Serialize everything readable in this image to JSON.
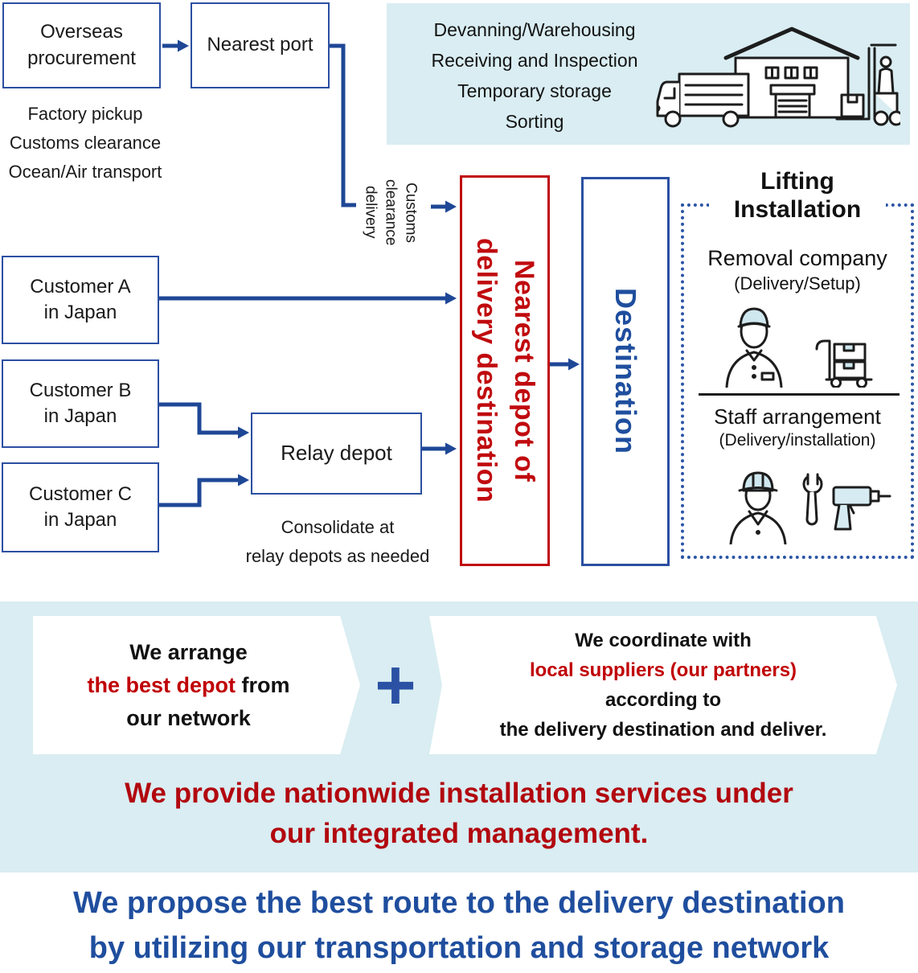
{
  "palette": {
    "box_border_blue": "#2b4fa2",
    "arrow_blue": "#1e4796",
    "navy_text": "#1f4e9e",
    "red": "#c00a0e",
    "headline_red": "#b2070f",
    "light_blue_bg": "#d9edf2",
    "icon_accent_blue": "#cfe7ee",
    "dark_text": "#1a1a1a"
  },
  "flow": {
    "overseas_box": "Overseas\nprocurement",
    "overseas_notes": "Factory pickup\nCustoms clearance\nOcean/Air transport",
    "nearest_port_box": "Nearest port",
    "devanning_panel": "Devanning/Warehousing\nReceiving and Inspection\nTemporary storage\nSorting",
    "customs_label": "Customs\nclearance\ndelivery",
    "customer_a": "Customer A\nin Japan",
    "customer_b": "Customer B\nin Japan",
    "customer_c": "Customer C\nin Japan",
    "relay_depot": "Relay depot",
    "relay_note": "Consolidate at\nrelay depots as needed",
    "depot_box": "Nearest depot of\ndelivery destination",
    "destination_box": "Destination",
    "lifting": {
      "title": "Lifting\nInstallation",
      "removal_title": "Removal company",
      "removal_sub": "(Delivery/Setup)",
      "staff_title": "Staff arrangement",
      "staff_sub": "(Delivery/installation)"
    },
    "icons": {
      "warehouse_scene": "truck-warehouse-forklift-icon",
      "removal": "worker-with-handtruck-icon",
      "staff": "worker-with-tools-icon"
    }
  },
  "summary": {
    "box1": {
      "line1": "We arrange",
      "highlight": "the best depot",
      "after": " from",
      "line2": "our network"
    },
    "plus": "+",
    "box2": {
      "line1": "We coordinate with",
      "highlight": "local suppliers (our partners)",
      "line2": "according to",
      "line3": "the delivery destination and deliver."
    }
  },
  "headlines": {
    "red": "We provide nationwide installation services under\nour integrated management.",
    "blue": "We propose the best route to the delivery destination\nby utilizing our transportation and storage network"
  }
}
